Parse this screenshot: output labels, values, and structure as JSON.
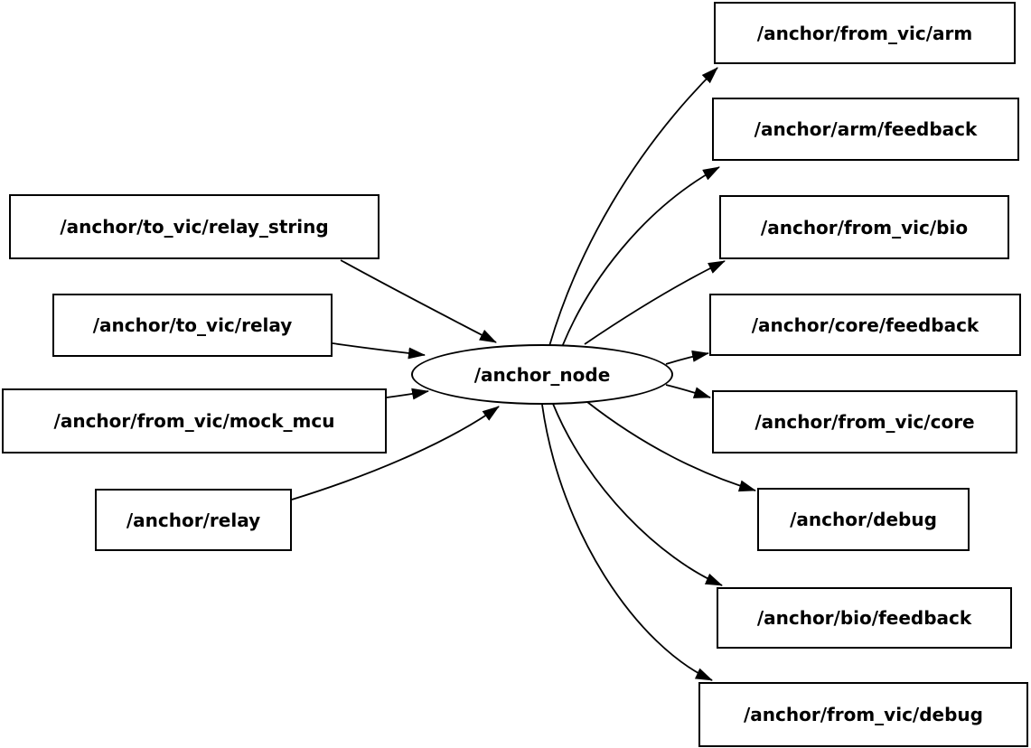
{
  "graph": {
    "background_color": "#ffffff",
    "stroke_color": "#000000",
    "node_fill_color": "#ffffff",
    "center_node": {
      "label": "/anchor_node",
      "shape": "ellipse"
    },
    "input_topics": [
      {
        "label": "/anchor/to_vic/relay_string"
      },
      {
        "label": "/anchor/to_vic/relay"
      },
      {
        "label": "/anchor/from_vic/mock_mcu"
      },
      {
        "label": "/anchor/relay"
      }
    ],
    "output_topics": [
      {
        "label": "/anchor/from_vic/arm"
      },
      {
        "label": "/anchor/arm/feedback"
      },
      {
        "label": "/anchor/from_vic/bio"
      },
      {
        "label": "/anchor/core/feedback"
      },
      {
        "label": "/anchor/from_vic/core"
      },
      {
        "label": "/anchor/debug"
      },
      {
        "label": "/anchor/bio/feedback"
      },
      {
        "label": "/anchor/from_vic/debug"
      }
    ],
    "edges": [
      {
        "from": "/anchor/to_vic/relay_string",
        "to": "/anchor_node"
      },
      {
        "from": "/anchor/to_vic/relay",
        "to": "/anchor_node"
      },
      {
        "from": "/anchor/from_vic/mock_mcu",
        "to": "/anchor_node"
      },
      {
        "from": "/anchor/relay",
        "to": "/anchor_node"
      },
      {
        "from": "/anchor_node",
        "to": "/anchor/from_vic/arm"
      },
      {
        "from": "/anchor_node",
        "to": "/anchor/arm/feedback"
      },
      {
        "from": "/anchor_node",
        "to": "/anchor/from_vic/bio"
      },
      {
        "from": "/anchor_node",
        "to": "/anchor/core/feedback"
      },
      {
        "from": "/anchor_node",
        "to": "/anchor/from_vic/core"
      },
      {
        "from": "/anchor_node",
        "to": "/anchor/debug"
      },
      {
        "from": "/anchor_node",
        "to": "/anchor/bio/feedback"
      },
      {
        "from": "/anchor_node",
        "to": "/anchor/from_vic/debug"
      }
    ]
  }
}
